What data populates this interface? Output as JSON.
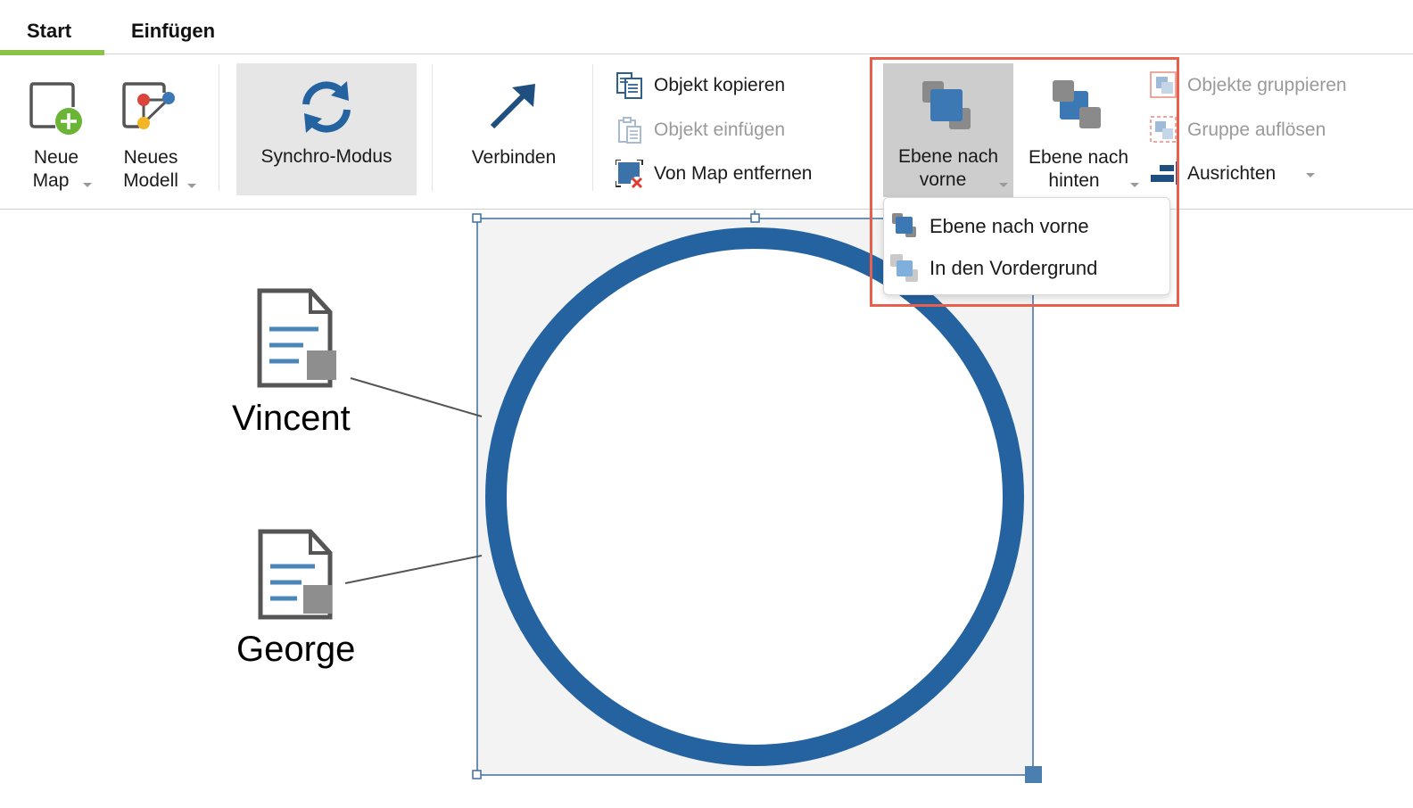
{
  "tabs": {
    "start": "Start",
    "einfuegen": "Einfügen"
  },
  "ribbon": {
    "neue_map": {
      "line1": "Neue",
      "line2": "Map"
    },
    "neues_modell": {
      "line1": "Neues",
      "line2": "Modell"
    },
    "synchro": "Synchro-Modus",
    "verbinden": "Verbinden",
    "objekt_kopieren": "Objekt kopieren",
    "objekt_einfuegen": "Objekt einfügen",
    "von_map_entfernen": "Von Map entfernen",
    "ebene_vorne": {
      "line1": "Ebene nach",
      "line2": "vorne"
    },
    "ebene_hinten": {
      "line1": "Ebene nach",
      "line2": "hinten"
    },
    "objekte_gruppieren": "Objekte gruppieren",
    "gruppe_aufloesen": "Gruppe auflösen",
    "ausrichten": "Ausrichten"
  },
  "dropdown": {
    "items": [
      {
        "label": "Ebene nach vorne"
      },
      {
        "label": "In den Vordergrund"
      }
    ]
  },
  "canvas": {
    "nodes": [
      {
        "label": "Vincent"
      },
      {
        "label": "George"
      }
    ]
  },
  "colors": {
    "accent_green": "#8bc34a",
    "brand_blue": "#2563a0",
    "highlight_red": "#e8604c"
  }
}
